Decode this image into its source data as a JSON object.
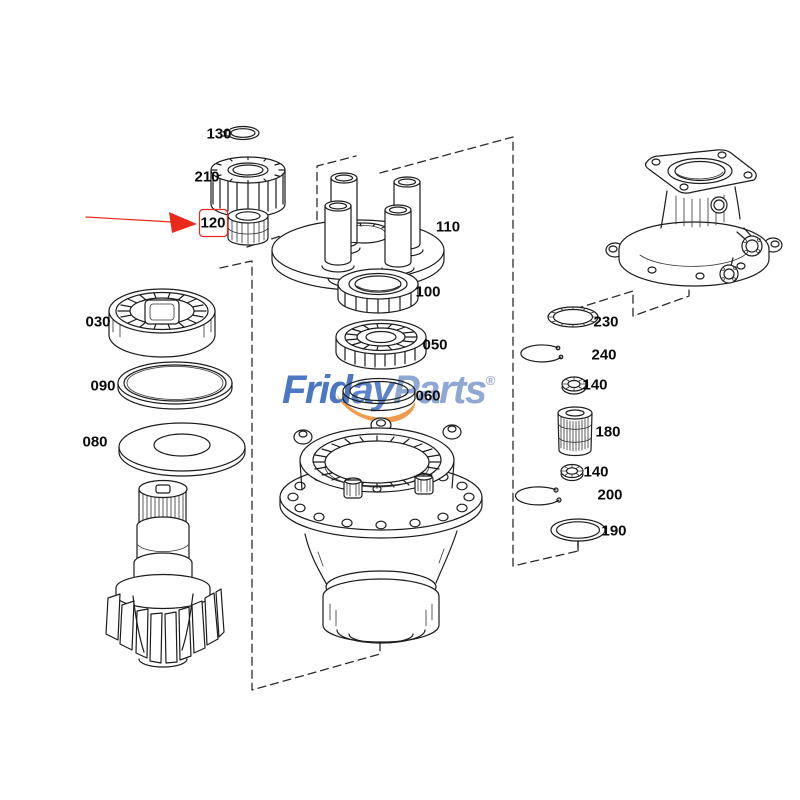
{
  "watermark": {
    "brand_part1": "Frid",
    "brand_part2": "ay",
    "brand_part3": "Parts",
    "registered_mark": "®",
    "color_blue": "#4b77c3",
    "color_blue_light": "#8ea7d3",
    "color_orange": "#f09a4e"
  },
  "annotation": {
    "highlighted_part": "120",
    "color": "#e8291c"
  },
  "parts": [
    {
      "number": "130"
    },
    {
      "number": "210"
    },
    {
      "number": "120"
    },
    {
      "number": "110"
    },
    {
      "number": "100"
    },
    {
      "number": "050"
    },
    {
      "number": "060"
    },
    {
      "number": "030"
    },
    {
      "number": "090"
    },
    {
      "number": "080"
    },
    {
      "number": "230"
    },
    {
      "number": "240"
    },
    {
      "number": "140"
    },
    {
      "number": "180"
    },
    {
      "number": "140"
    },
    {
      "number": "200"
    },
    {
      "number": "190"
    }
  ]
}
